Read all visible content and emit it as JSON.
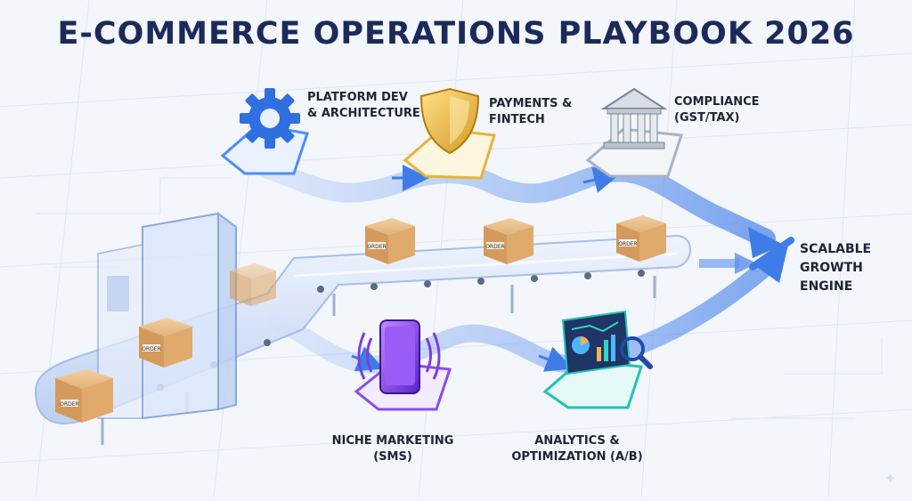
{
  "title": "E-COMMERCE OPERATIONS PLAYBOOK 2026",
  "nodes": {
    "platform": {
      "line1": "PLATFORM DEV",
      "line2": "& ARCHITECTURE",
      "icon": "gear-icon",
      "color": "#2f6fe0"
    },
    "payments": {
      "line1": "PAYMENTS &",
      "line2": "FINTECH",
      "icon": "shield-icon",
      "color": "#e7b43a"
    },
    "compliance": {
      "line1": "COMPLIANCE",
      "line2": "(GST/TAX)",
      "icon": "courthouse-icon",
      "color": "#9aa3b2"
    },
    "marketing": {
      "line1": "NICHE MARKETING",
      "line2": "(SMS)",
      "icon": "smartphone-icon",
      "color": "#8a4de8"
    },
    "analytics": {
      "line1": "ANALYTICS &",
      "line2": "OPTIMIZATION (A/B)",
      "icon": "analytics-dashboard-icon",
      "color": "#22c3b5"
    }
  },
  "outcome": {
    "line1": "SCALABLE",
    "line2": "GROWTH",
    "line3": "ENGINE",
    "icon": "growth-arrow-icon"
  },
  "box_label": "ORDER",
  "colors": {
    "title": "#1b2a5a",
    "flow": "#5b8ff0",
    "box": "#e2b27a"
  }
}
